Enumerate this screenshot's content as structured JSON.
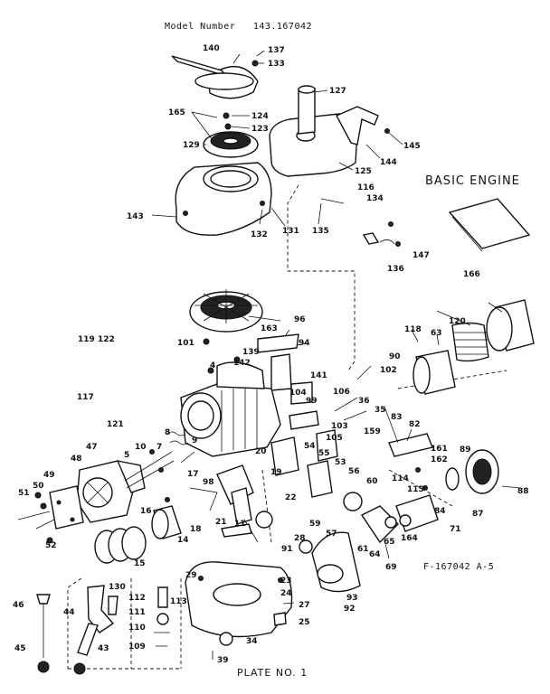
{
  "header": {
    "model_label": "Model Number",
    "model_number": "143.167042"
  },
  "diagram_title": "BASIC ENGINE",
  "figure_code": "F-167042 A-5",
  "plate_label": "PLATE NO. 1",
  "callouts": [
    {
      "id": "140"
    },
    {
      "id": "137"
    },
    {
      "id": "133"
    },
    {
      "id": "127"
    },
    {
      "id": "165"
    },
    {
      "id": "124"
    },
    {
      "id": "123"
    },
    {
      "id": "129"
    },
    {
      "id": "145"
    },
    {
      "id": "144"
    },
    {
      "id": "125"
    },
    {
      "id": "116"
    },
    {
      "id": "134"
    },
    {
      "id": "143"
    },
    {
      "id": "132"
    },
    {
      "id": "131"
    },
    {
      "id": "135"
    },
    {
      "id": "147"
    },
    {
      "id": "136"
    },
    {
      "id": "166"
    },
    {
      "id": "96"
    },
    {
      "id": "163"
    },
    {
      "id": "101"
    },
    {
      "id": "139"
    },
    {
      "id": "94"
    },
    {
      "id": "118"
    },
    {
      "id": "63"
    },
    {
      "id": "120"
    },
    {
      "id": "90"
    },
    {
      "id": "119"
    },
    {
      "id": "122"
    },
    {
      "id": "4"
    },
    {
      "id": "142"
    },
    {
      "id": "141"
    },
    {
      "id": "102"
    },
    {
      "id": "117"
    },
    {
      "id": "104"
    },
    {
      "id": "99"
    },
    {
      "id": "106"
    },
    {
      "id": "36"
    },
    {
      "id": "35"
    },
    {
      "id": "103"
    },
    {
      "id": "105"
    },
    {
      "id": "159"
    },
    {
      "id": "83"
    },
    {
      "id": "82"
    },
    {
      "id": "121"
    },
    {
      "id": "8"
    },
    {
      "id": "10"
    },
    {
      "id": "7"
    },
    {
      "id": "9"
    },
    {
      "id": "47"
    },
    {
      "id": "5"
    },
    {
      "id": "49"
    },
    {
      "id": "48"
    },
    {
      "id": "50"
    },
    {
      "id": "51"
    },
    {
      "id": "20"
    },
    {
      "id": "19"
    },
    {
      "id": "53"
    },
    {
      "id": "54"
    },
    {
      "id": "55"
    },
    {
      "id": "56"
    },
    {
      "id": "60"
    },
    {
      "id": "161"
    },
    {
      "id": "162"
    },
    {
      "id": "89"
    },
    {
      "id": "114"
    },
    {
      "id": "115"
    },
    {
      "id": "88"
    },
    {
      "id": "16"
    },
    {
      "id": "17"
    },
    {
      "id": "98"
    },
    {
      "id": "22"
    },
    {
      "id": "59"
    },
    {
      "id": "57"
    },
    {
      "id": "84"
    },
    {
      "id": "87"
    },
    {
      "id": "52"
    },
    {
      "id": "18"
    },
    {
      "id": "21"
    },
    {
      "id": "11"
    },
    {
      "id": "14"
    },
    {
      "id": "15"
    },
    {
      "id": "28"
    },
    {
      "id": "61"
    },
    {
      "id": "64"
    },
    {
      "id": "65"
    },
    {
      "id": "164"
    },
    {
      "id": "71"
    },
    {
      "id": "69"
    },
    {
      "id": "91"
    },
    {
      "id": "29"
    },
    {
      "id": "23"
    },
    {
      "id": "24"
    },
    {
      "id": "130"
    },
    {
      "id": "112"
    },
    {
      "id": "113"
    },
    {
      "id": "111"
    },
    {
      "id": "110"
    },
    {
      "id": "109"
    },
    {
      "id": "46"
    },
    {
      "id": "44"
    },
    {
      "id": "43"
    },
    {
      "id": "45"
    },
    {
      "id": "27"
    },
    {
      "id": "25"
    },
    {
      "id": "34"
    },
    {
      "id": "39"
    },
    {
      "id": "93"
    },
    {
      "id": "92"
    }
  ]
}
